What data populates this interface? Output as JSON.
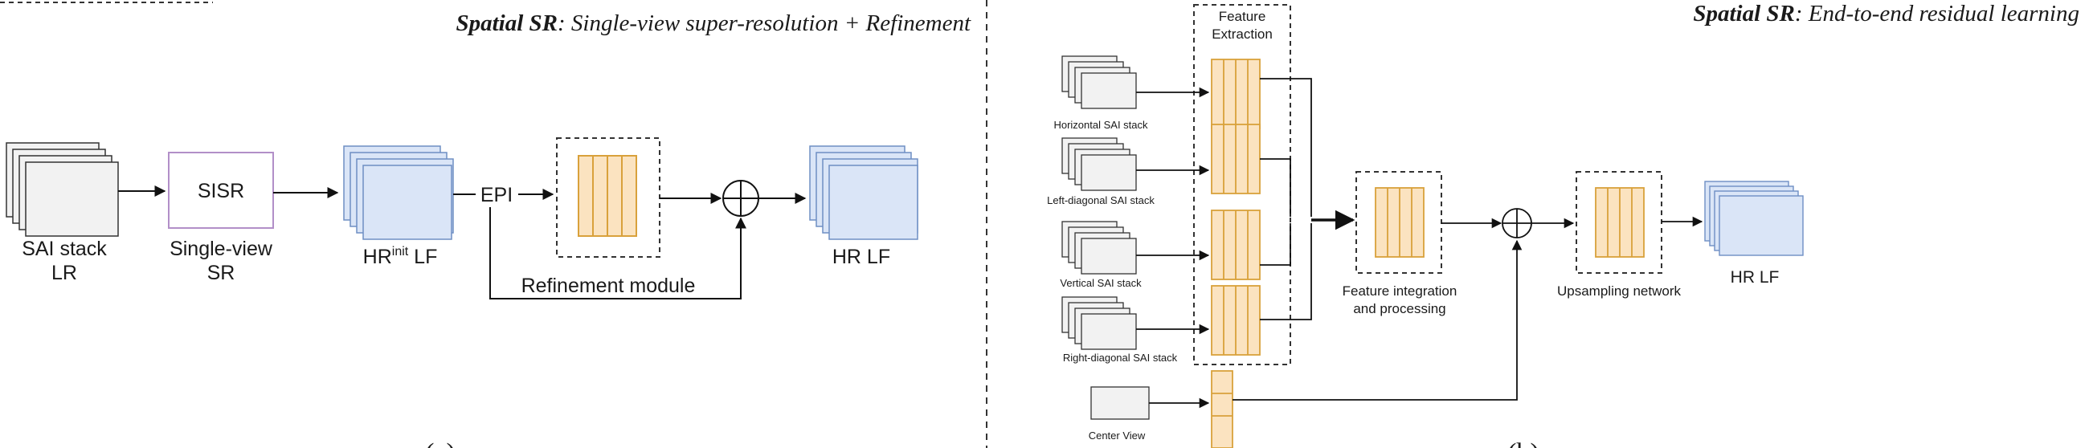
{
  "panel_a": {
    "title_bold": "Spatial SR",
    "title_rest": ": Single-view super-resolution + Refinement",
    "sai_stack_label_line1": "SAI stack",
    "sai_stack_label_line2": "LR",
    "sisr_label": "SISR",
    "single_view_label_line1": "Single-view",
    "single_view_label_line2": "SR",
    "hr_init_prefix": "HR",
    "hr_init_sup": "init",
    "hr_init_suffix": " LF",
    "epi_label": "EPI",
    "refinement_label": "Refinement module",
    "hr_lf_label": "HR LF",
    "caption": "(a)"
  },
  "panel_b": {
    "title_bold": "Spatial SR",
    "title_rest": ": End-to-end residual learning",
    "feature_extraction_line1": "Feature",
    "feature_extraction_line2": "Extraction",
    "stacks": [
      "Horizontal SAI stack",
      "Left-diagonal SAI stack",
      "Vertical SAI stack",
      "Right-diagonal SAI stack"
    ],
    "center_view_label": "Center View",
    "integration_line1": "Feature integration",
    "integration_line2": "and processing",
    "upsampling_label": "Upsampling network",
    "hr_lf_label": "HR LF",
    "caption": "(b)"
  },
  "colors": {
    "gray_fill": "#f2f2f2",
    "blue_fill": "#dae5f7",
    "blue_stroke": "#6e8fc4",
    "orange_fill": "#fbe3c0",
    "orange_stroke": "#d9a13b",
    "sisr_stroke": "#b28fc8"
  }
}
